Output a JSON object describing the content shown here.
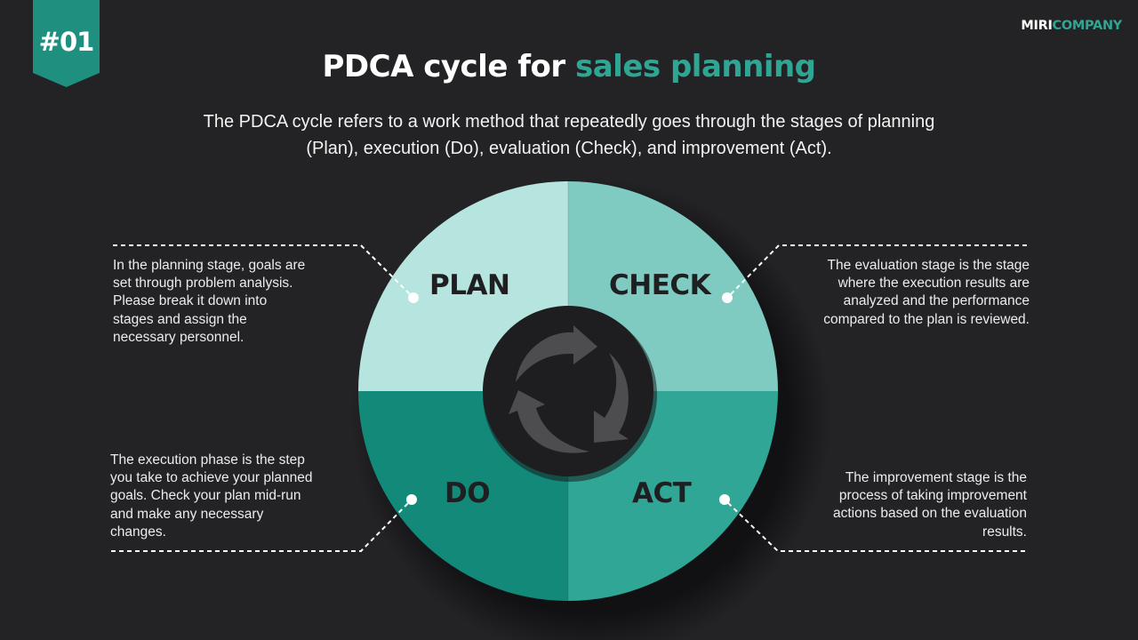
{
  "badge": {
    "label": "#01",
    "color": "#1f8f80"
  },
  "brand": {
    "part1": "MIRI",
    "part2": "COMPANY"
  },
  "header": {
    "title_part1": "PDCA cycle for ",
    "title_part2": "sales planning",
    "subtitle": "The PDCA cycle refers to a work method that repeatedly goes through the stages of planning (Plan), execution (Do), evaluation (Check), and improvement (Act)."
  },
  "colors": {
    "background": "#232325",
    "accent": "#2fa594",
    "plan": "#b6e4df",
    "check": "#7fcbc1",
    "do": "#13897a",
    "act": "#30a696",
    "center": "#1e1d20",
    "arrows": "#4d4d4f"
  },
  "cycle": {
    "center_icon": "cycle-arrows-icon",
    "quadrants": [
      {
        "key": "plan",
        "label": "PLAN",
        "description": "In the planning stage, goals are set through problem analysis. Please break it down into stages and assign the necessary personnel."
      },
      {
        "key": "check",
        "label": "CHECK",
        "description": "The evaluation stage is the stage where the execution results are analyzed and the performance compared to the plan is reviewed."
      },
      {
        "key": "do",
        "label": "DO",
        "description": "The execution phase is the step you take to achieve your planned goals. Check your plan mid-run and make any necessary changes."
      },
      {
        "key": "act",
        "label": "ACT",
        "description": "The improvement stage is the process of taking improvement actions based on the evaluation results."
      }
    ]
  }
}
